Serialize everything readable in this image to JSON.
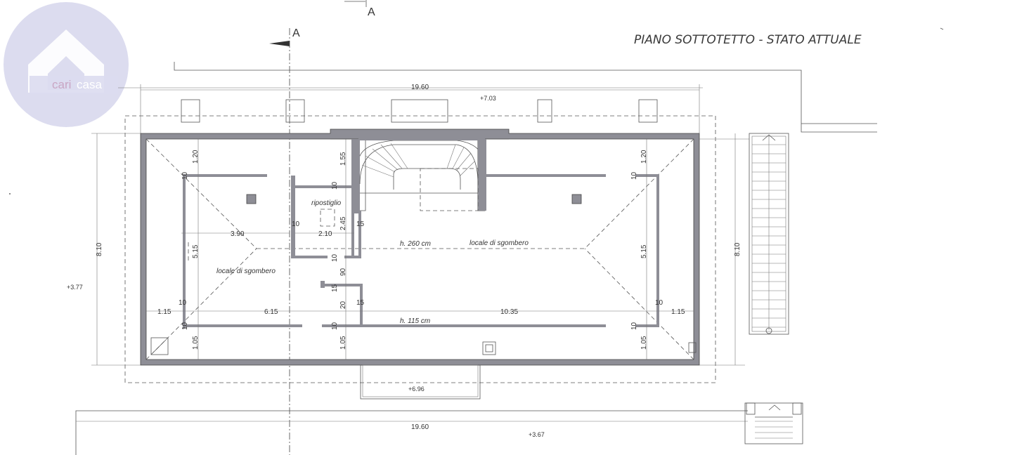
{
  "title": "PIANO SOTTOTETTO - STATO ATTUALE",
  "section_marks": [
    "A",
    "A"
  ],
  "logo": {
    "part1": "cari",
    "part2": "casa",
    "color_circle": "#dcdcef",
    "color_text1": "#c9a6c4",
    "color_text2": "#ffffff"
  },
  "dimensions": {
    "overall_top": "19.60",
    "overall_bottom": "19.60",
    "height_left": "8.10",
    "height_right": "8.10",
    "row_left": "1.15",
    "row_mid": "6.15",
    "row_right": "10.35",
    "row_far_right": "1.15",
    "left_room_width": "3.90",
    "store_width": "2.10",
    "store_depth": "2.45",
    "stair_gap": "1.55",
    "left_top": "1.20",
    "right_top": "1.20",
    "left_mid": "5.15",
    "right_mid": "5.15",
    "left_bottom": "1.05",
    "mid_bottom": "1.05",
    "right_bottom": "1.05",
    "passage": "90",
    "passage2": "20",
    "wall10": "10",
    "wall15": "15"
  },
  "elevations": {
    "top": "+7.03",
    "left": "+3.77",
    "bottom_balcony": "+6.96",
    "bottom": "+3.67"
  },
  "rooms": {
    "storage": "ripostiglio",
    "main": "locale di sgombero",
    "left": "locale di sgombero",
    "height_high": "h. 260 cm",
    "height_low": "h. 115 cm"
  }
}
